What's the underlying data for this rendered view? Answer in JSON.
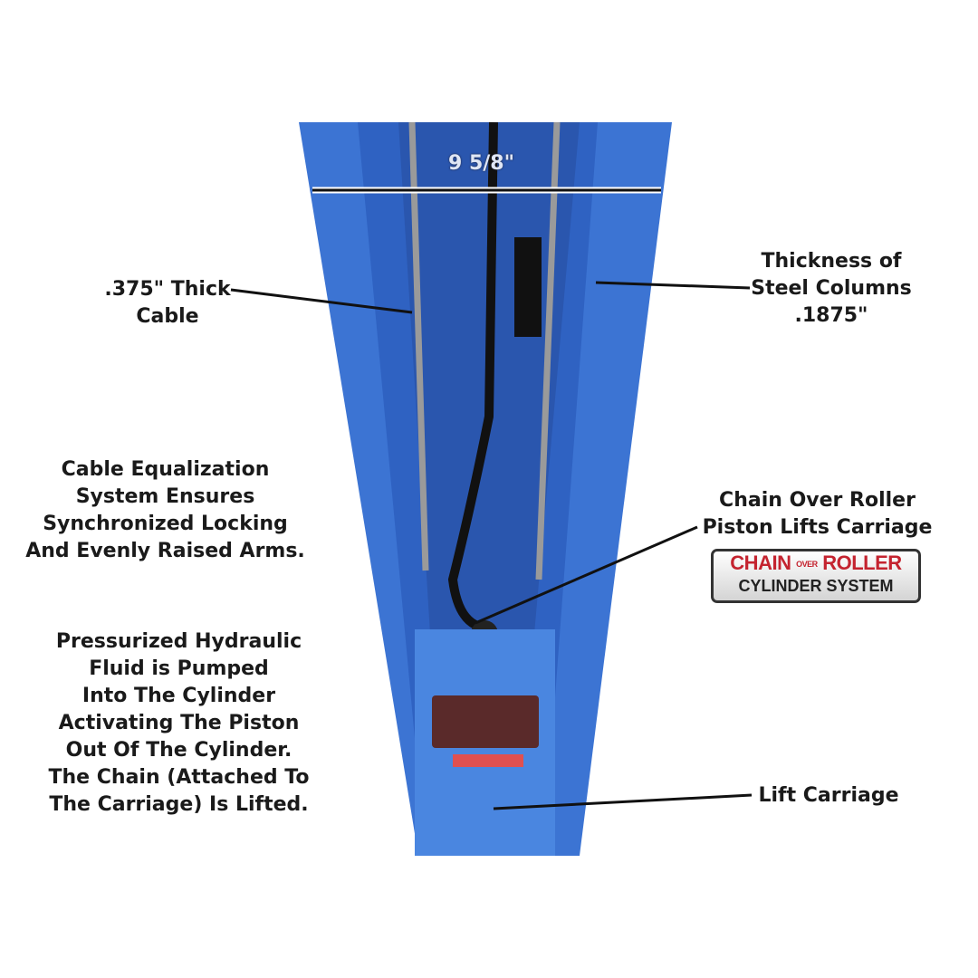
{
  "dimension_label": "9 5/8\"",
  "labels": {
    "cable": ".375\" Thick\nCable",
    "thickness": "Thickness of\nSteel Columns\n.1875\"",
    "equalization": "Cable Equalization\nSystem Ensures\nSynchronized Locking\nAnd Evenly Raised Arms.",
    "chain_roller": "Chain Over Roller\nPiston Lifts Carriage",
    "hydraulic": "Pressurized Hydraulic\nFluid is Pumped\nInto The Cylinder\nActivating The Piston\nOut Of The Cylinder.\nThe Chain (Attached To\nThe Carriage) Is Lifted.",
    "carriage": "Lift Carriage"
  },
  "badge": {
    "line1_a": "CHAIN",
    "line1_mid": "OVER",
    "line1_b": "ROLLER",
    "line2": "CYLINDER SYSTEM"
  },
  "colors": {
    "column": "#3f78d6",
    "column_dark": "#2553a8",
    "badge_red": "#c4232f"
  }
}
